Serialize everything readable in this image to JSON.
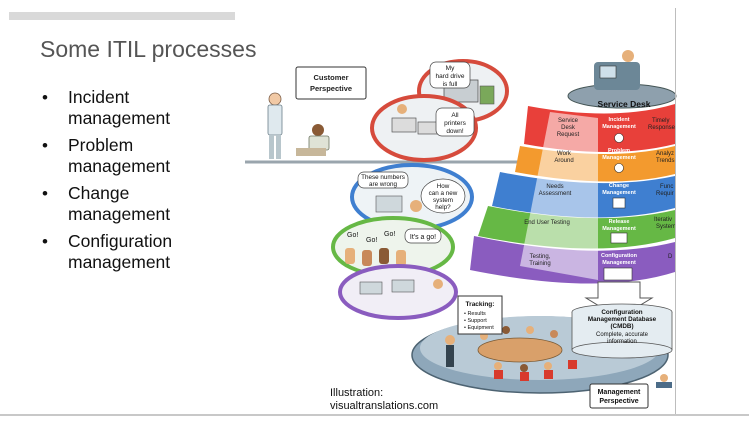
{
  "title": "Some ITIL processes",
  "bullets": [
    {
      "line1": "Incident",
      "line2": "management"
    },
    {
      "line1": "Problem",
      "line2": "management"
    },
    {
      "line1": "Change",
      "line2": "management"
    },
    {
      "line1": "Configuration",
      "line2": "management"
    }
  ],
  "illustration": {
    "customer_perspective": [
      "Customer",
      "Perspective"
    ],
    "speech_hard_drive": [
      "My",
      "hard drive",
      "is full"
    ],
    "speech_printers": [
      "All",
      "printers",
      "down!"
    ],
    "speech_numbers": [
      "These numbers",
      "are wrong"
    ],
    "speech_system": [
      "How",
      "can a new",
      "system",
      "help?"
    ],
    "speech_go": [
      "Go!",
      "Go!",
      "Go!",
      "It's a go!"
    ],
    "service_desk": "Service Desk",
    "left_column": [
      "Service Desk Request",
      "Work Around",
      "Needs Assessment",
      "End User Testing",
      "Testing, Training"
    ],
    "center_column": [
      "Incident Management",
      "Problem Management",
      "Change Management",
      "Release Management",
      "Configuration Management"
    ],
    "right_column": [
      "Timely Response",
      "Analyze Trends",
      "Func Requir",
      "Iterative System",
      "D"
    ],
    "tracking": {
      "title": "Tracking:",
      "items": [
        "• Results",
        "• Support",
        "• Equipment"
      ]
    },
    "cmdb": {
      "title": [
        "Configuration",
        "Management Database",
        "(CMDB)"
      ],
      "desc": [
        "Complete, accurate",
        "information"
      ]
    },
    "management_perspective": [
      "Management",
      "Perspective"
    ]
  },
  "credit": {
    "line1": "Illustration:",
    "line2": "visualtranslations.com"
  },
  "colors": {
    "band_red": "#e8403a",
    "band_orange": "#f39a2e",
    "band_blue": "#3f7fd0",
    "band_green": "#66b845",
    "band_purple": "#8a5cbf"
  }
}
